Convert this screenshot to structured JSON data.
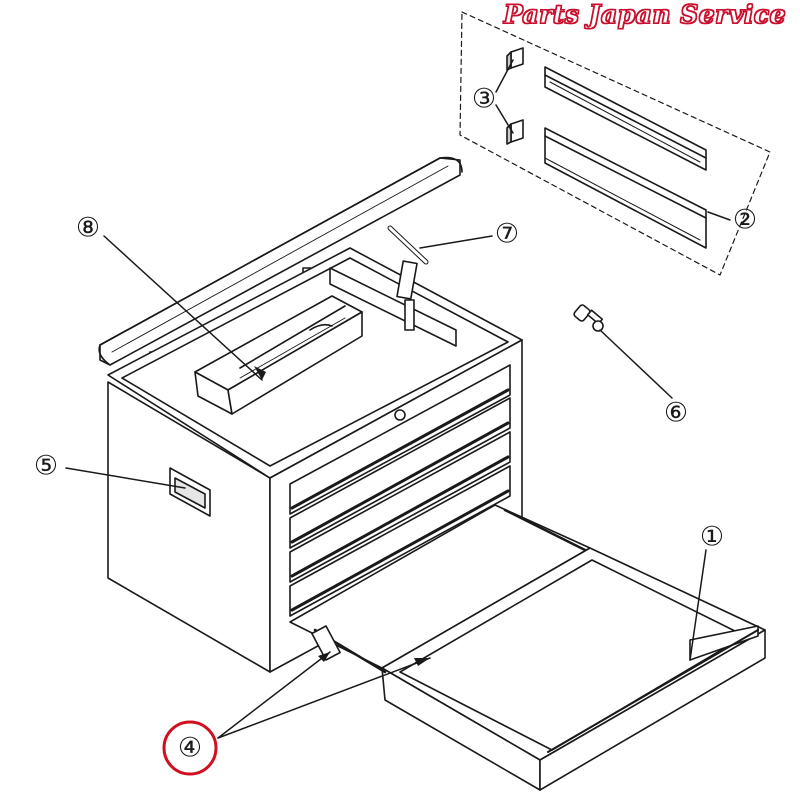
{
  "brand": {
    "text": "Parts Japan Service",
    "color": "#c8102e"
  },
  "callouts": {
    "c1": "①",
    "c2": "②",
    "c3": "③",
    "c4": "④",
    "c5": "⑤",
    "c6": "⑥",
    "c7": "⑦",
    "c8": "⑧"
  },
  "highlight": {
    "part": "④",
    "color": "#d01020"
  }
}
